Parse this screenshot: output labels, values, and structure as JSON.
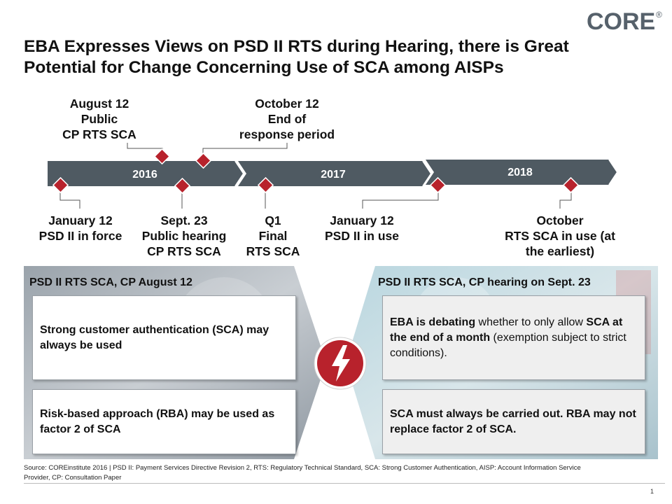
{
  "logo": {
    "text": "CORE",
    "registered": "®",
    "color": "#56616b"
  },
  "title": "EBA Expresses Views on PSD II RTS during Hearing, there is Great Potential for Change Concerning Use of SCA among AISPs",
  "timeline": {
    "years": [
      "2016",
      "2017",
      "2018"
    ],
    "colors": {
      "bar": "#4f5a62",
      "marker": "#b8222c"
    },
    "events_above": [
      {
        "text": "August 12\nPublic\nCP RTS SCA"
      },
      {
        "text": "October 12\nEnd of\nresponse period"
      }
    ],
    "events_below": [
      {
        "text": "January 12\nPSD II in force"
      },
      {
        "text": "Sept. 23\nPublic hearing\nCP RTS SCA"
      },
      {
        "text": "Q1\nFinal\nRTS SCA"
      },
      {
        "text": "January 12\nPSD II in use"
      },
      {
        "text": "October\nRTS SCA in use (at\nthe earliest)"
      }
    ]
  },
  "left_panel": {
    "heading": "PSD II RTS SCA, CP August 12",
    "boxes": [
      {
        "text": "Strong customer authentication (SCA) may always be used"
      },
      {
        "text": "Risk-based approach (RBA) may be used as factor 2 of SCA"
      }
    ]
  },
  "right_panel": {
    "heading": "PSD II RTS SCA, CP hearing on Sept. 23",
    "box1": {
      "bold1": "EBA is debating",
      "normal1": " whether to only allow ",
      "bold2": "SCA at the end of a month",
      "normal2": " (exemption subject to strict conditions)."
    },
    "box2": {
      "text": "SCA must always be carried out. RBA may not replace factor 2 of SCA."
    }
  },
  "center_icon": "lightning-bolt-icon",
  "source": "Source: COREinstitute  2016 | PSD II: Payment Services Directive Revision 2, RTS: Regulatory Technical Standard, SCA: Strong Customer Authentication, AISP: Account Information Service Provider, CP: Consultation Paper",
  "page_number": "1"
}
